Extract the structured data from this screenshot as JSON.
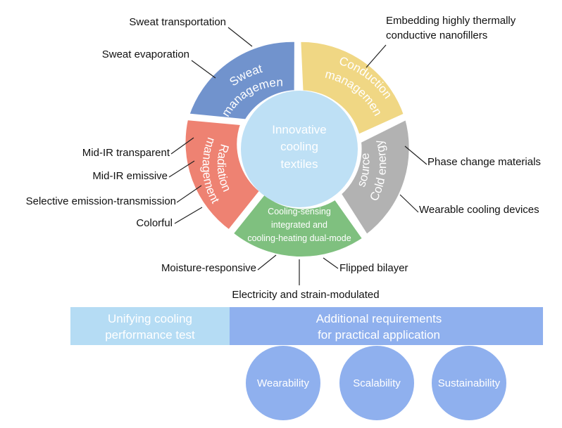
{
  "center": [
    "Innovative",
    "cooling",
    "textiles"
  ],
  "segments": {
    "sweat": [
      "Sweat",
      "management"
    ],
    "conduction": [
      "Conduction",
      "management"
    ],
    "cold": [
      "Cold energy",
      "source"
    ],
    "green": [
      "Cooling-sensing",
      "integrated and",
      "cooling-heating dual-mode"
    ],
    "radiation": [
      "Radiation",
      "management"
    ]
  },
  "labels": {
    "sweat_transportation": "Sweat transportation",
    "sweat_evaporation": "Sweat evaporation",
    "embedding_1": "Embedding highly thermally",
    "embedding_2": "conductive nanofillers",
    "phase_change": "Phase change materials",
    "wearable_devices": "Wearable cooling devices",
    "flipped_bilayer": "Flipped bilayer",
    "electricity_strain": "Electricity and strain-modulated",
    "moisture_responsive": "Moisture-responsive",
    "colorful": "Colorful",
    "selective_emission": "Selective emission-transmission",
    "mid_ir_emissive": "Mid-IR emissive",
    "mid_ir_transparent": "Mid-IR transparent"
  },
  "bar": {
    "left": [
      "Unifying cooling",
      "performance test"
    ],
    "right": [
      "Additional requirements",
      "for practical application"
    ]
  },
  "circles": [
    "Wearability",
    "Scalability",
    "Sustainability"
  ],
  "colors": {
    "sweat": "#7193cd",
    "conduction": "#f0d784",
    "cold": "#b2b2b2",
    "green": "#7fc07f",
    "radiation": "#ee8272",
    "center": "#bee0f5",
    "bar_left": "#b5dcf4",
    "bar_right": "#8fb0ee",
    "circles": "#8fb0ee"
  }
}
